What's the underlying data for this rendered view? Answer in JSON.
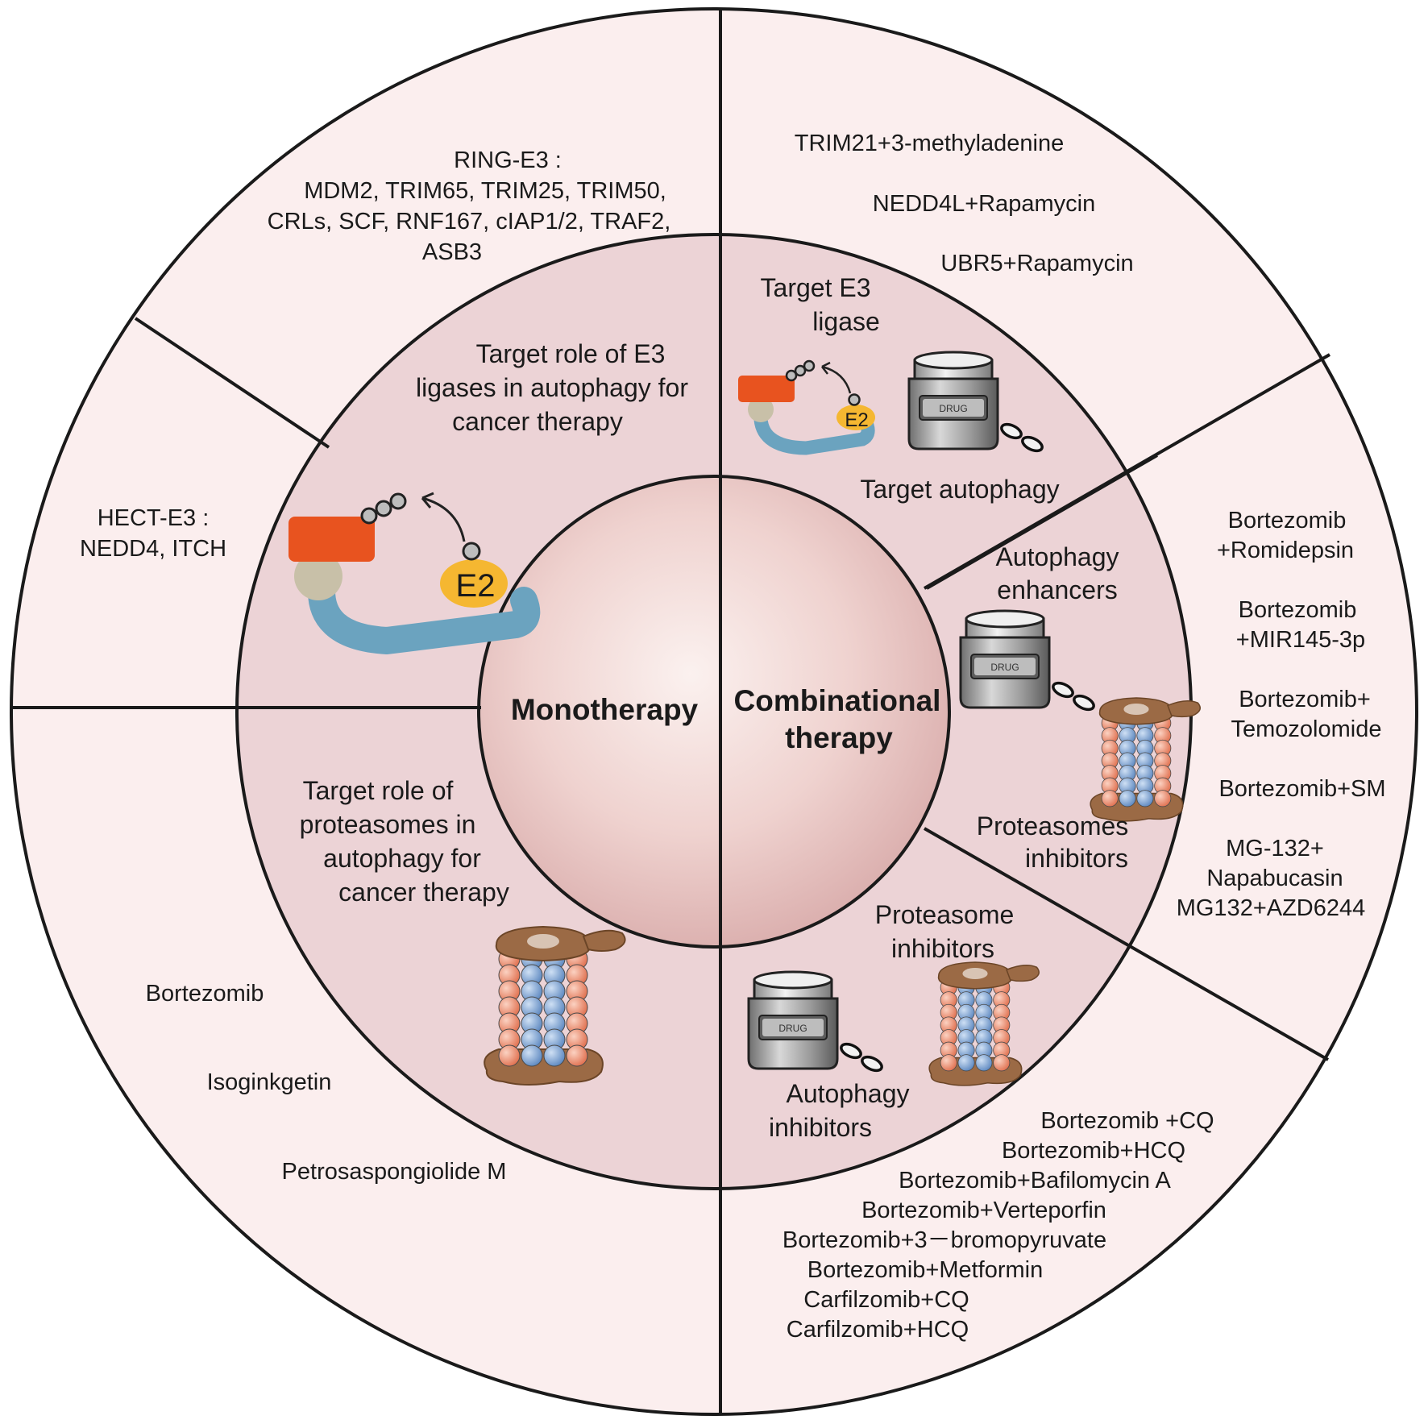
{
  "center": {
    "left_label": "Monotherapy",
    "right_label_line1": "Combinational",
    "right_label_line2": "therapy"
  },
  "inner_ring": {
    "e3_mono": [
      "Target role of E3",
      "ligases in autophagy for",
      "cancer therapy"
    ],
    "proteasome_mono": [
      "Target role of",
      "proteasomes in",
      "autophagy for",
      "cancer therapy"
    ],
    "target_e3_ligase": [
      "Target E3",
      "ligase"
    ],
    "target_autophagy": "Target autophagy",
    "autophagy_enhancers": [
      "Autophagy",
      "enhancers"
    ],
    "proteasomes_inhibitors": [
      "Proteasomes",
      "inhibitors"
    ],
    "proteasome_inhibitors": [
      "Proteasome",
      "inhibitors"
    ],
    "autophagy_inhibitors": [
      "Autophagy",
      "inhibitors"
    ]
  },
  "outer_ring": {
    "ring_e3": [
      "RING-E3 :",
      "MDM2, TRIM65, TRIM25, TRIM50,",
      "CRLs, SCF, RNF167, cIAP1/2, TRAF2,",
      "ASB3"
    ],
    "hect_e3": [
      "HECT-E3 :",
      "NEDD4, ITCH"
    ],
    "monotherapy_drugs": [
      "Bortezomib",
      "Isoginkgetin",
      "Petrosaspongiolide M"
    ],
    "e3_combos": [
      "TRIM21+3-methyladenine",
      "NEDD4L+Rapamycin",
      "UBR5+Rapamycin"
    ],
    "enhancer_combos": [
      "Bortezomib",
      "+Romidepsin",
      "Bortezomib",
      "+MIR145-3p",
      "Bortezomib+",
      "Temozolomide",
      "Bortezomib+SM",
      "MG-132+",
      "Napabucasin",
      "MG132+AZD6244"
    ],
    "inhibitor_combos": [
      "Bortezomib +CQ",
      "Bortezomib+HCQ",
      "Bortezomib+Bafilomycin A",
      "Bortezomib+Verteporfin",
      "Bortezomib+3－bromopyruvate",
      "Bortezomib+Metformin",
      "Carfilzomib+CQ",
      "Carfilzomib+HCQ"
    ]
  },
  "icons": {
    "drug_label": "DRUG",
    "e2_label": "E2"
  },
  "colors": {
    "outer_ring": "#fbeeee",
    "inner_ring": "#ecd3d6",
    "e3_orange": "#e8531f",
    "e2_yellow": "#f5b731",
    "e3_blue": "#6ba3bf",
    "proteasome_blue": "#7fa7d6",
    "proteasome_salmon": "#ef8f73",
    "proteasome_brown": "#9b6a45"
  }
}
